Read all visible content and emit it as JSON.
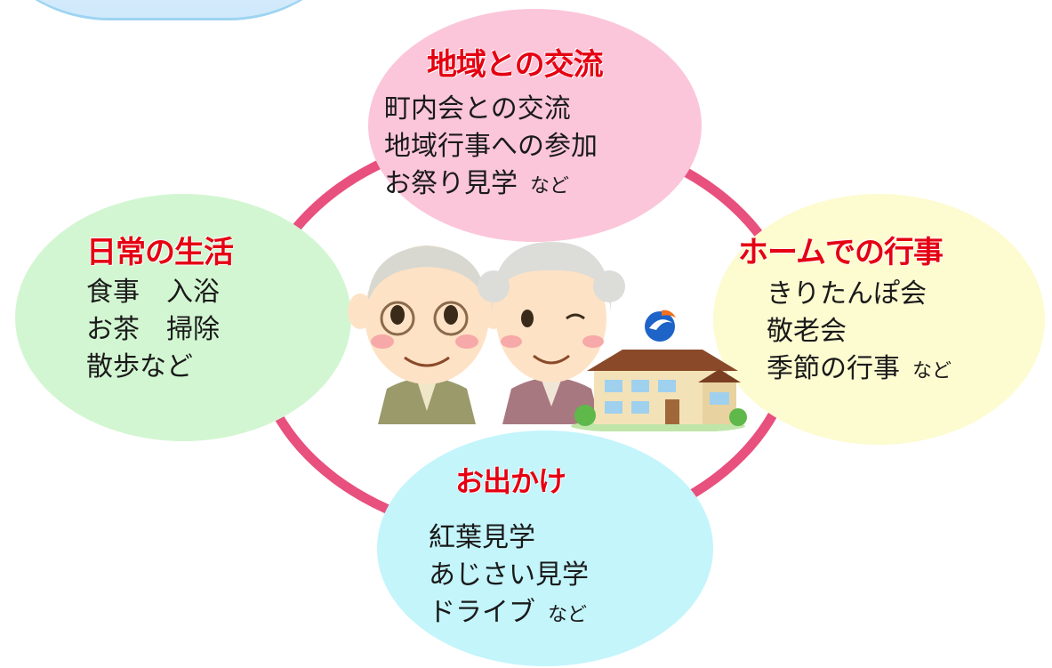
{
  "bubbles": {
    "top": {
      "title": "地域との交流",
      "lines": [
        "町内会との交流",
        "地域行事への参加",
        "お祭り見学"
      ],
      "suffix": "など"
    },
    "left": {
      "title": "日常の生活",
      "lines": [
        "食事　入浴",
        "お茶　掃除",
        "散歩など"
      ],
      "suffix": ""
    },
    "right": {
      "title": "ホームでの行事",
      "lines": [
        "きりたんぽ会",
        "敬老会",
        "季節の行事"
      ],
      "suffix": "など"
    },
    "bottom": {
      "title": "お出かけ",
      "lines": [
        "紅葉見学",
        "あじさい見学",
        "ドライブ"
      ],
      "suffix": "など"
    }
  },
  "colors": {
    "ring": "#e8507e",
    "heading": "#e50012",
    "top_bubble": "#fbc6d9",
    "left_bubble": "#d3f6d2",
    "right_bubble": "#fdfbd0",
    "bottom_bubble": "#c3f5fb"
  },
  "icons": [
    "elderly-couple-illustration",
    "house-illustration",
    "logo-icon"
  ]
}
